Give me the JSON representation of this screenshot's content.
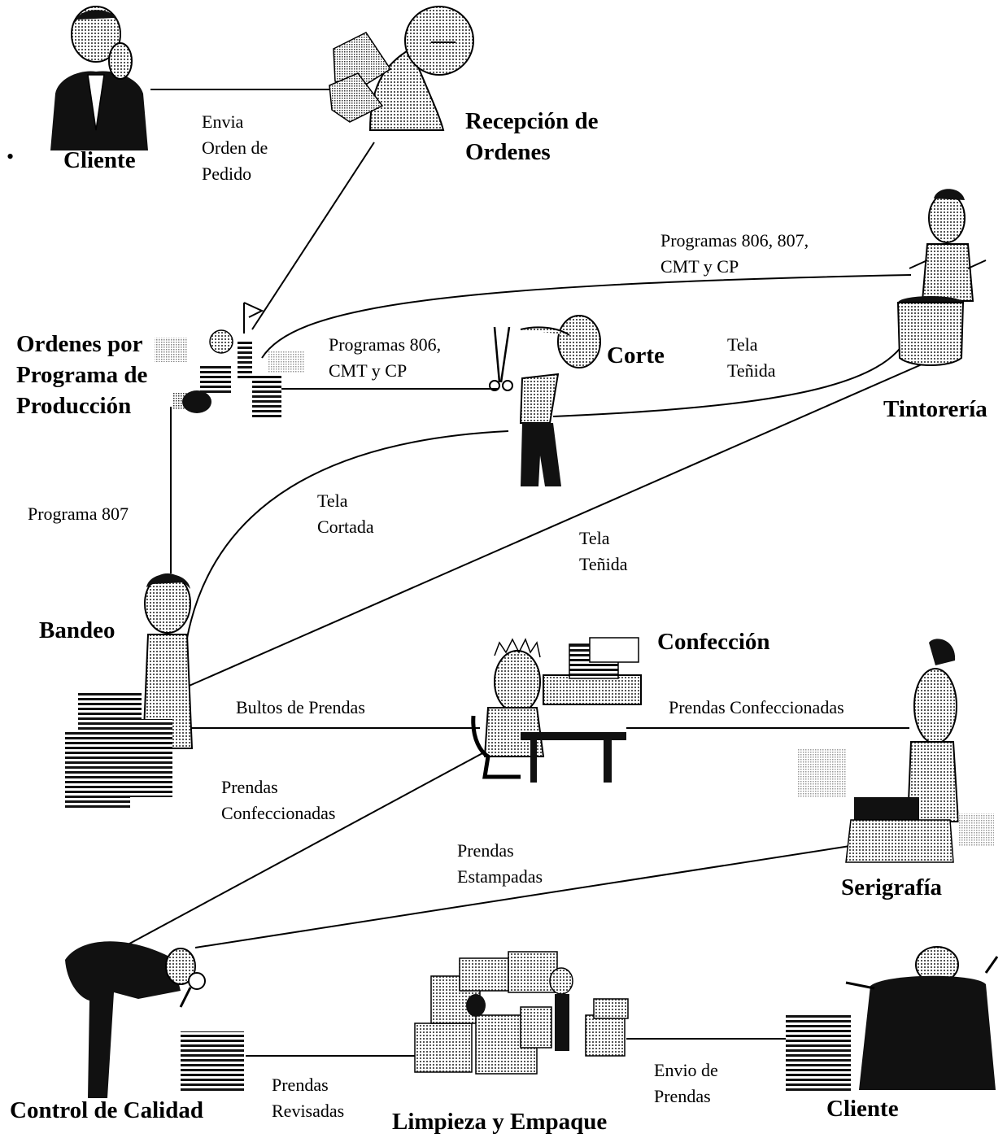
{
  "nodes": {
    "cliente_top": "Cliente",
    "recepcion": "Recepción de\nOrdenes",
    "ordenes": "Ordenes por\nPrograma de\nProducción",
    "corte": "Corte",
    "tintoreria": "Tintorería",
    "bandeo": "Bandeo",
    "confeccion": "Confección",
    "serigrafia": "Serigrafía",
    "control": "Control de Calidad",
    "limpieza": "Limpieza y Empaque",
    "cliente_bottom": "Cliente"
  },
  "edges": {
    "envia_orden": "Envia\nOrden de\nPedido",
    "prog_tintoreria": "Programas 806, 807,\nCMT y CP",
    "prog_corte": "Programas 806,\n CMT y CP",
    "tela_tenida_corte": "Tela\nTeñida",
    "programa_807": "Programa 807",
    "tela_cortada": "Tela\nCortada",
    "tela_tenida_bandeo": "Tela\nTeñida",
    "bultos": "Bultos de Prendas",
    "prendas_confeccionadas_serigrafia": "Prendas  Confeccionadas",
    "prendas_confeccionadas_control": "Prendas\nConfeccionadas",
    "prendas_estampadas": "Prendas\nEstampadas",
    "prendas_revisadas": "Prendas\nRevisadas",
    "envio_prendas": "Envio de\nPrendas"
  },
  "bullet": "•",
  "colors": {
    "ink": "#000000",
    "shade": "#9a9a9a",
    "light": "#cfcfcf",
    "paper": "#ffffff"
  }
}
